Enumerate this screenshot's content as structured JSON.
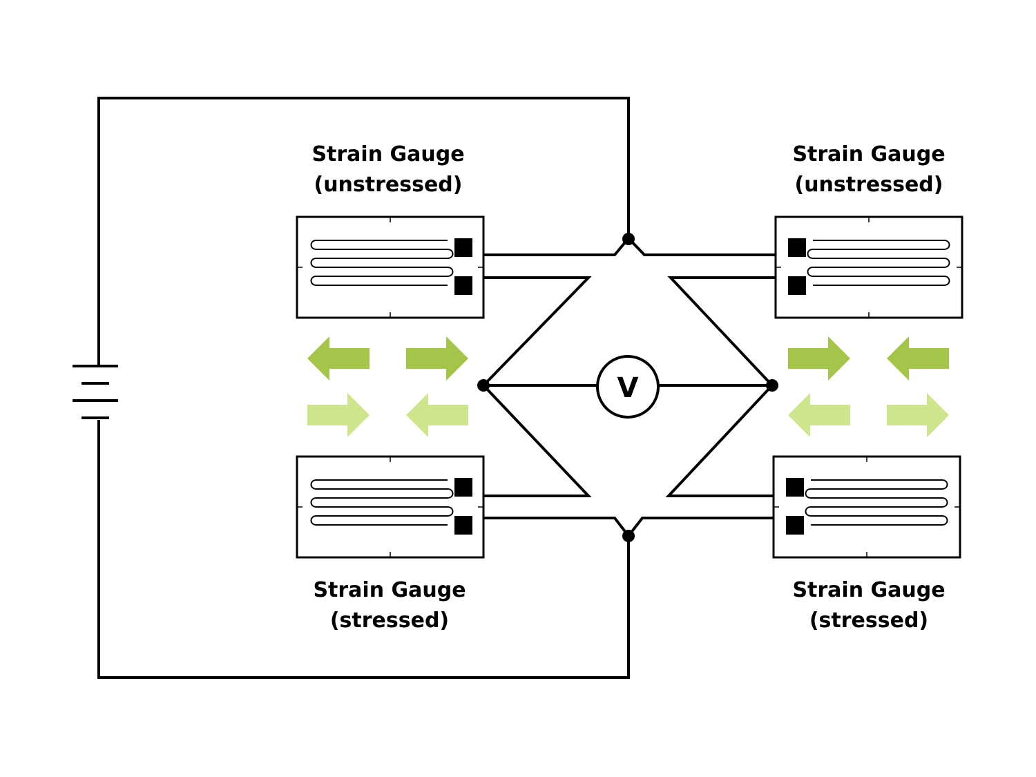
{
  "gauges": {
    "top_left": {
      "line1": "Strain Gauge",
      "line2": "(unstressed)"
    },
    "top_right": {
      "line1": "Strain Gauge",
      "line2": "(unstressed)"
    },
    "bottom_left": {
      "line1": "Strain Gauge",
      "line2": "(stressed)"
    },
    "bottom_right": {
      "line1": "Strain Gauge",
      "line2": "(stressed)"
    }
  },
  "voltmeter": {
    "symbol": "V"
  },
  "colors": {
    "arrow_dark": "#a3c64a",
    "arrow_light": "#cde58b",
    "wire": "#000000"
  },
  "icons": [
    "battery-icon",
    "voltmeter-icon",
    "strain-gauge-icon",
    "tension-arrow-icon",
    "compression-arrow-icon"
  ]
}
